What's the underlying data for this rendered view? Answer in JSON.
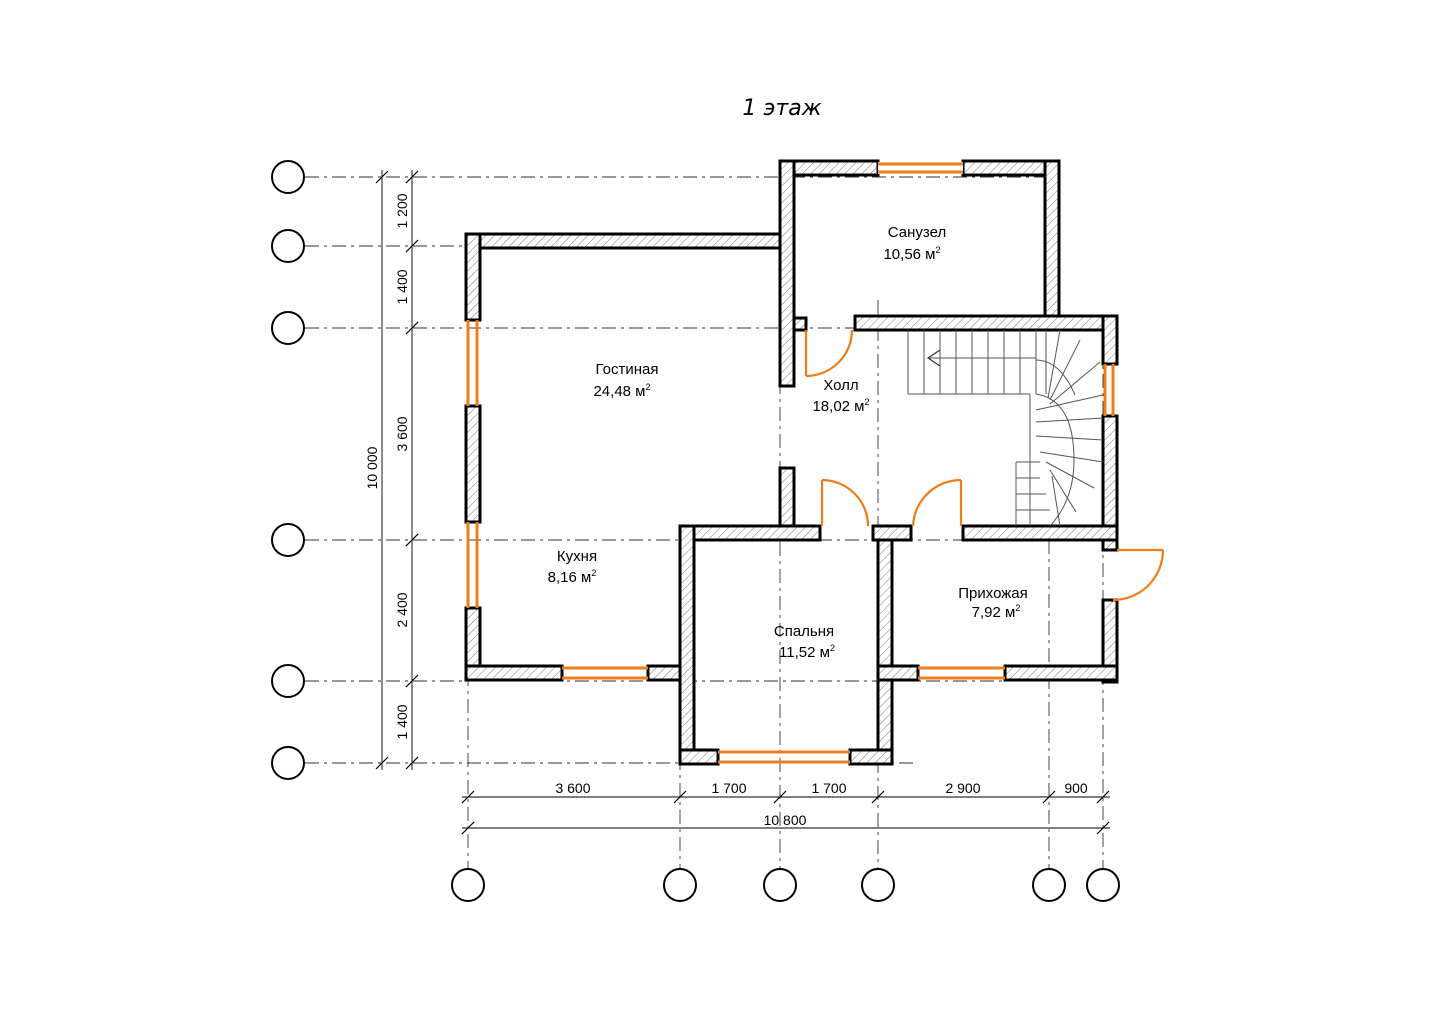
{
  "title": "1 этаж",
  "rooms": [
    {
      "name": "Санузел",
      "area": "10,56 м"
    },
    {
      "name": "Гостиная",
      "area": "24,48 м"
    },
    {
      "name": "Холл",
      "area": "18,02 м"
    },
    {
      "name": "Кухня",
      "area": "8,16 м"
    },
    {
      "name": "Прихожая",
      "area": "7,92 м"
    },
    {
      "name": "Спальня",
      "area": "11,52 м"
    }
  ],
  "area_unit_superscript": "2",
  "vertical_dimensions": [
    "1 200",
    "1 400",
    "3 600",
    "2 400",
    "1 400"
  ],
  "vertical_total": "10 000",
  "horizontal_dimensions": [
    "3 600",
    "1 700",
    "1 700",
    "2 900",
    "900"
  ],
  "horizontal_total": "10 800"
}
